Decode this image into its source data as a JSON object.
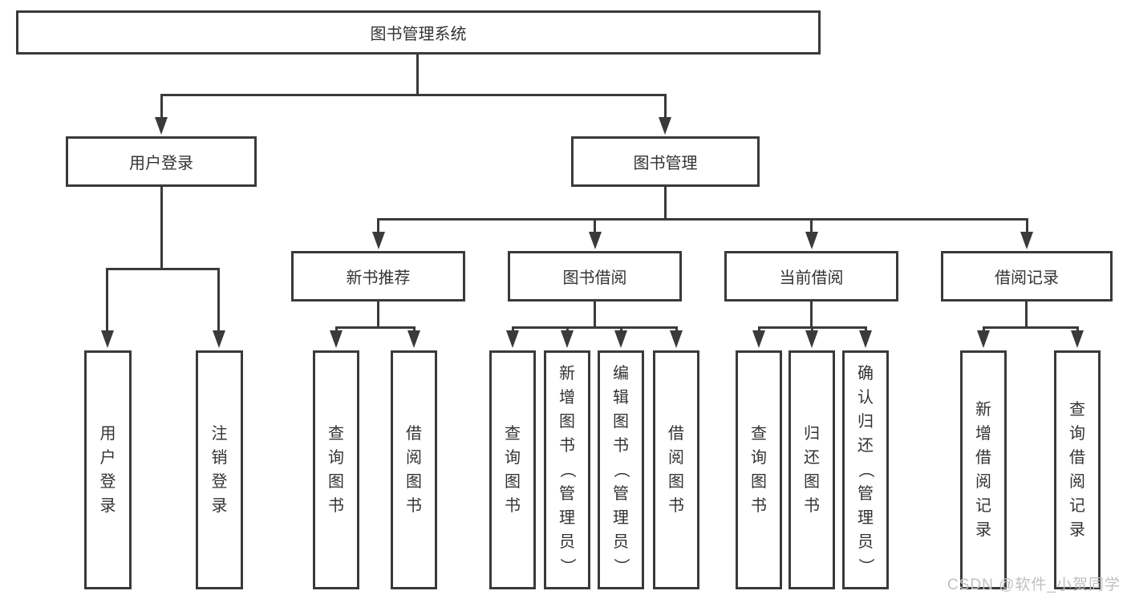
{
  "diagram": {
    "title": "图书管理系统",
    "branches": [
      {
        "label": "用户登录",
        "children": [
          {
            "label": "用户登录"
          },
          {
            "label": "注销登录"
          }
        ]
      },
      {
        "label": "图书管理",
        "children": [
          {
            "label": "新书推荐",
            "children": [
              {
                "label": "查询图书"
              },
              {
                "label": "借阅图书"
              }
            ]
          },
          {
            "label": "图书借阅",
            "children": [
              {
                "label": "查询图书"
              },
              {
                "label": "新增图书（管理员）"
              },
              {
                "label": "编辑图书（管理员）"
              },
              {
                "label": "借阅图书"
              }
            ]
          },
          {
            "label": "当前借阅",
            "children": [
              {
                "label": "查询图书"
              },
              {
                "label": "归还图书"
              },
              {
                "label": "确认归还（管理员）"
              }
            ]
          },
          {
            "label": "借阅记录",
            "children": [
              {
                "label": "新增借阅记录"
              },
              {
                "label": "查询借阅记录"
              }
            ]
          }
        ]
      }
    ]
  },
  "watermark": {
    "text": "CSDN @软件_小贺同学",
    "color": "#c0c0c0"
  },
  "colors": {
    "line": "#3a3a3a",
    "text": "#333333",
    "background": "#ffffff"
  }
}
